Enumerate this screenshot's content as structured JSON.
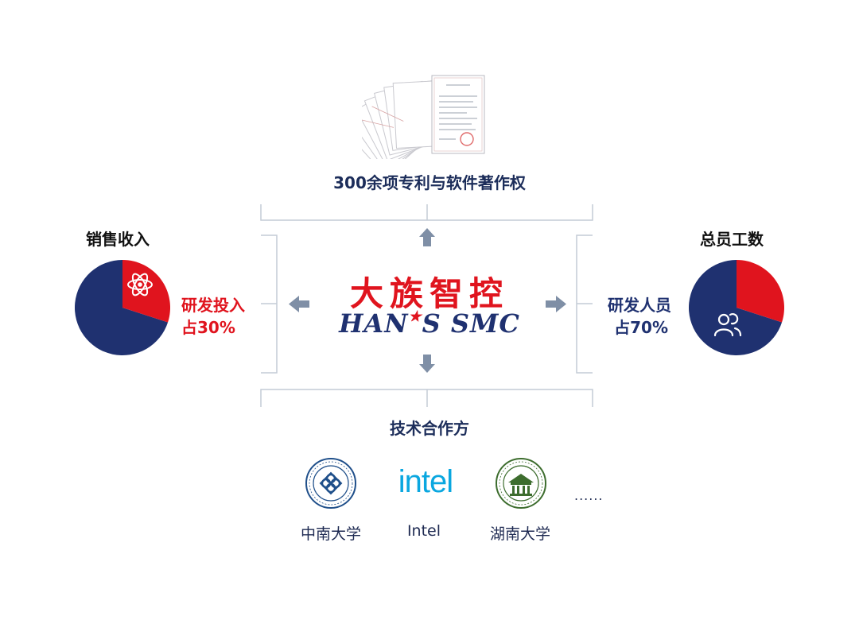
{
  "patents": {
    "title": "300余项专利与软件著作权"
  },
  "sales": {
    "title": "销售收入",
    "label_line1": "研发投入",
    "label_line2": "占30%",
    "rd_share": 0.3
  },
  "staff": {
    "title": "总员工数",
    "label_line1": "研发人员",
    "label_line2": "占70%",
    "rd_share": 0.7
  },
  "brand": {
    "chinese_name": "大族智控",
    "english_name": "HAN'S SMC",
    "english_part1": "HAN",
    "english_part2": "S SMC"
  },
  "partners": {
    "title": "技术合作方",
    "items": [
      {
        "name": "中南大学",
        "icon": "central-south-university-seal-icon"
      },
      {
        "name": "Intel",
        "logo_text": "intel",
        "icon": "intel-logo"
      },
      {
        "name": "湖南大学",
        "icon": "hunan-university-seal-icon"
      }
    ],
    "more": "......"
  },
  "colors": {
    "navy": "#1f3170",
    "red": "#e0141e",
    "bracket": "#c4ccd6",
    "arrow": "#7f8fa6",
    "intel_blue": "#0aa7e0",
    "seal_green": "#3d6d2e"
  }
}
